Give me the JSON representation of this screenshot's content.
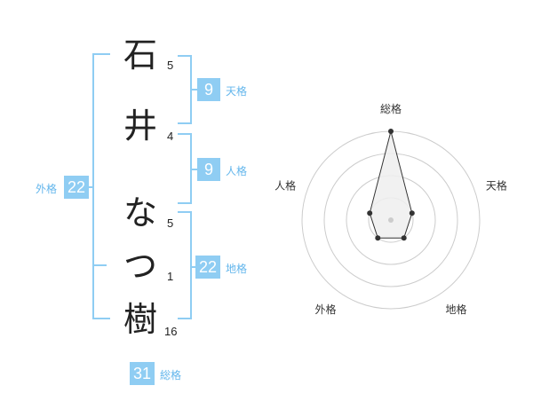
{
  "name": {
    "chars": [
      {
        "char": "石",
        "strokes": "5"
      },
      {
        "char": "井",
        "strokes": "4"
      },
      {
        "char": "な",
        "strokes": "5"
      },
      {
        "char": "つ",
        "strokes": "1"
      },
      {
        "char": "樹",
        "strokes": "16"
      }
    ]
  },
  "kaku": {
    "tenkaku": {
      "value": "9",
      "label": "天格"
    },
    "jinkaku": {
      "value": "9",
      "label": "人格"
    },
    "chikaku": {
      "value": "22",
      "label": "地格"
    },
    "gaikaku": {
      "value": "22",
      "label": "外格"
    },
    "soukaku": {
      "value": "31",
      "label": "総格"
    }
  },
  "colors": {
    "accent": "#8fcdf3",
    "label": "#63b6ec",
    "text": "#222222"
  },
  "chart_data": {
    "type": "radar",
    "axes": [
      "総格",
      "天格",
      "地格",
      "外格",
      "人格"
    ],
    "values": [
      4,
      1,
      1,
      1,
      1
    ],
    "rmax": 4,
    "rings": 4,
    "grid": true
  }
}
